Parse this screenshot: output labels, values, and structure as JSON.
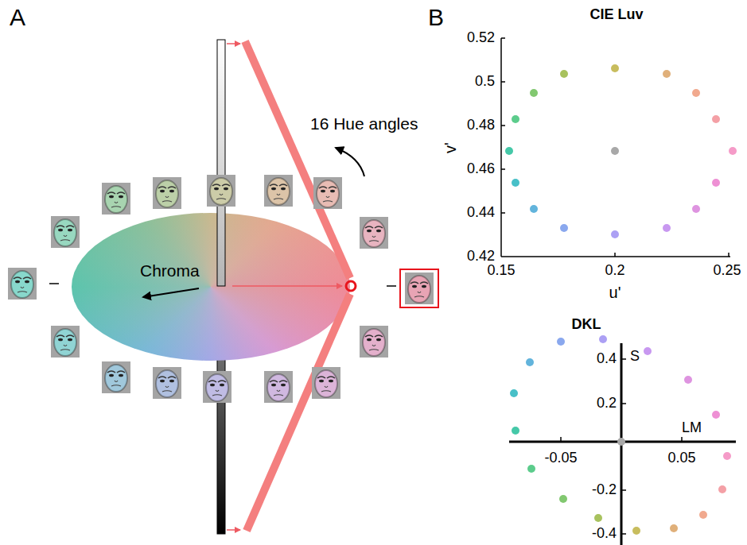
{
  "diagram": {
    "nodes": [
      {
        "text": [
          "Chroma"
        ]
      }
    ],
    "labels": [
      "A",
      "16 Hue angles",
      "B",
      "CIE Luv",
      "v'",
      "0.52",
      "0.5",
      "0.48",
      "0.46",
      "0.44",
      "0.42",
      "0.15",
      "0.2",
      "0.25",
      "u'",
      "DKL",
      "0.4",
      "S",
      "0.2",
      "LM",
      "-0.05",
      "0.05",
      "-0.2",
      "-0.4"
    ]
  }
}
